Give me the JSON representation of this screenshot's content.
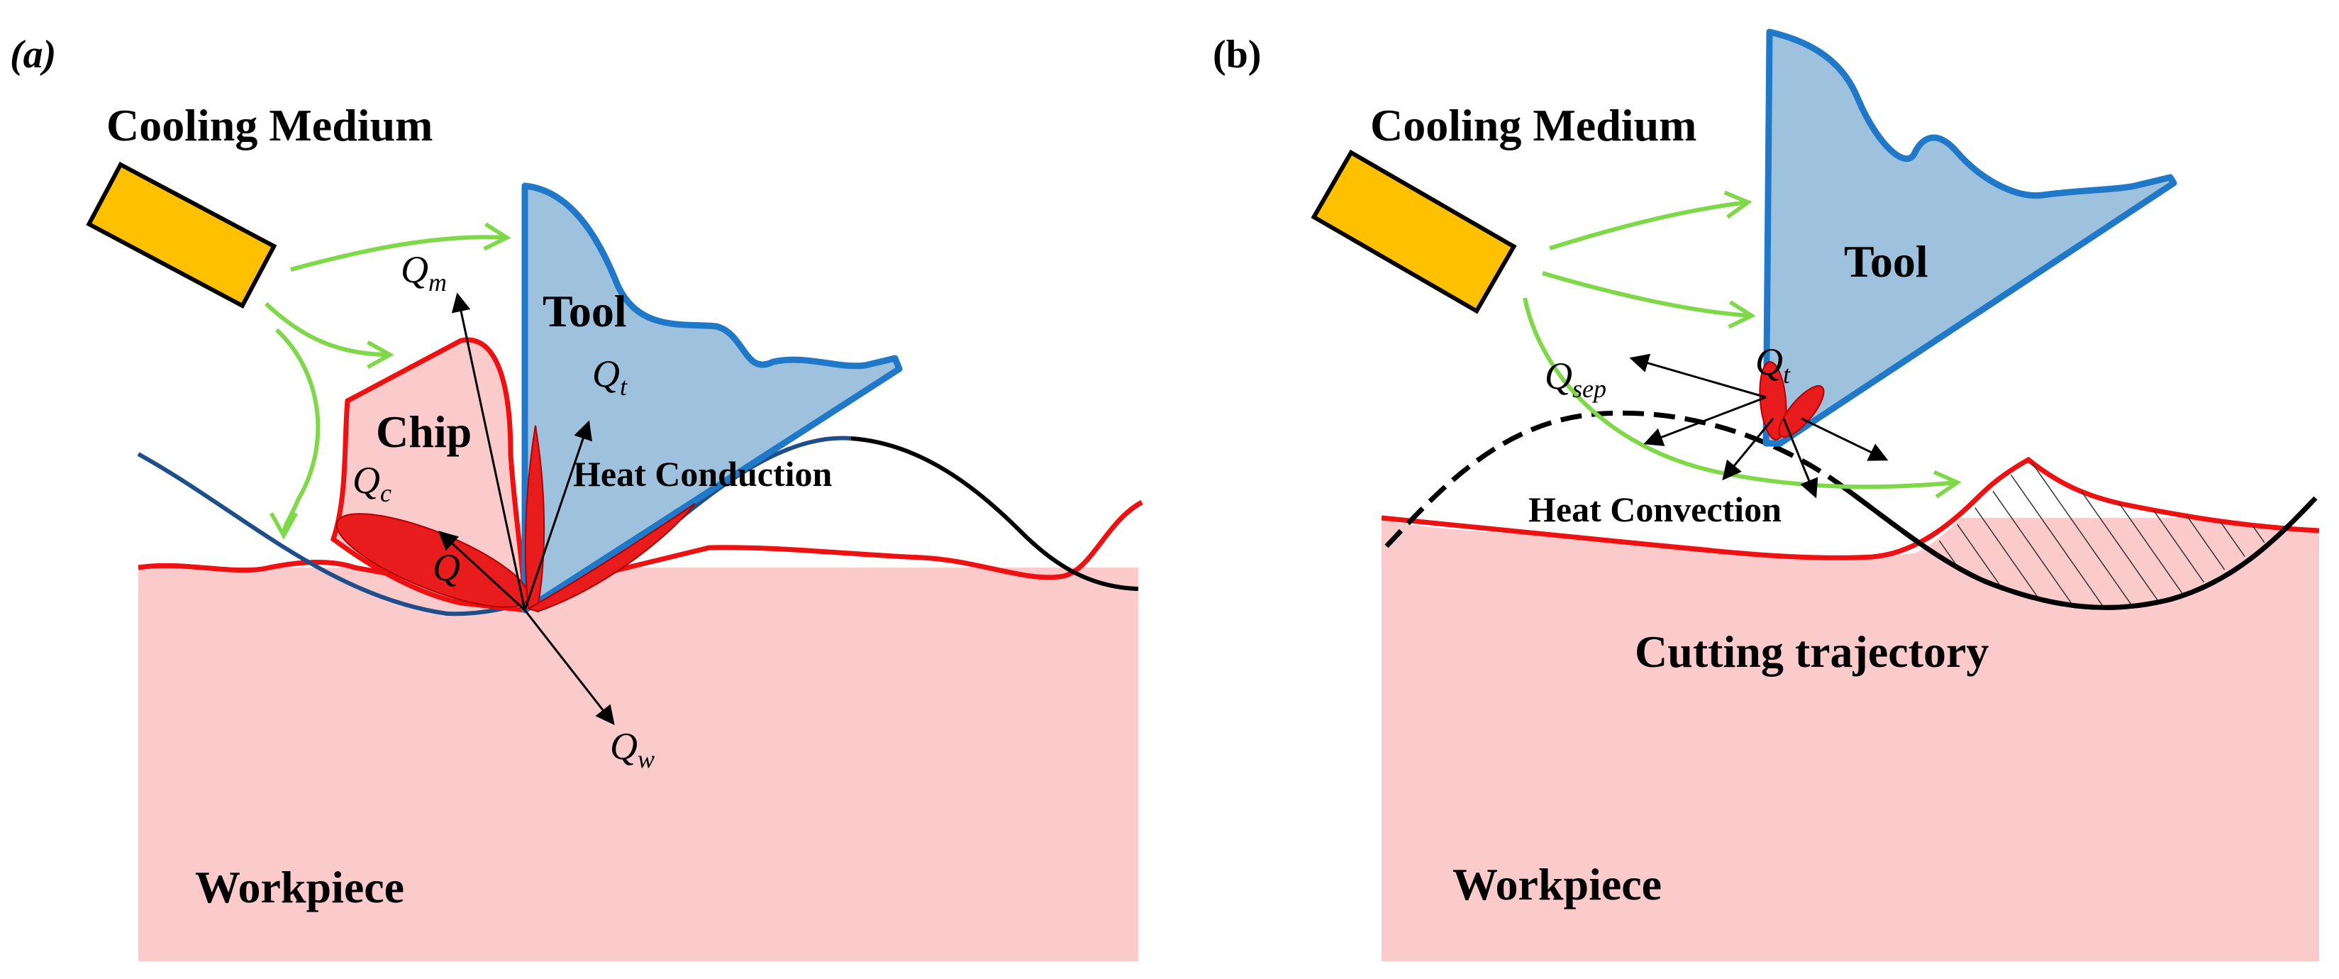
{
  "panel_a": {
    "panel_label": "(a)",
    "cooling_medium": "Cooling Medium",
    "tool": "Tool",
    "chip": "Chip",
    "heat_conduction": "Heat Conduction",
    "workpiece": "Workpiece",
    "q_m": {
      "base": "Q",
      "sub": "m"
    },
    "q_t": {
      "base": "Q",
      "sub": "t"
    },
    "q_c": {
      "base": "Q",
      "sub": "c"
    },
    "q": {
      "base": "Q"
    },
    "q_w": {
      "base": "Q",
      "sub": "w"
    }
  },
  "panel_b": {
    "panel_label": "(b)",
    "cooling_medium": "Cooling Medium",
    "tool": "Tool",
    "heat_convection": "Heat Convection",
    "cutting_trajectory": "Cutting trajectory",
    "workpiece": "Workpiece",
    "q_t": {
      "base": "Q",
      "sub": "t"
    },
    "q_sep": {
      "base": "Q",
      "sub": "sep"
    }
  },
  "colors": {
    "workpiece_fill": "#fbcaca",
    "chip_fill": "#fbcaca",
    "tool_fill": "#9ec2de",
    "tool_stroke": "#1f78c8",
    "nozzle_fill": "#ffc000",
    "coolant_arrow": "#7ed848",
    "heat_zone": "#e81c1c",
    "surface_line": "#ee1111",
    "trajectory_a": "#1f4f8a",
    "trajectory_b": "#000000"
  }
}
